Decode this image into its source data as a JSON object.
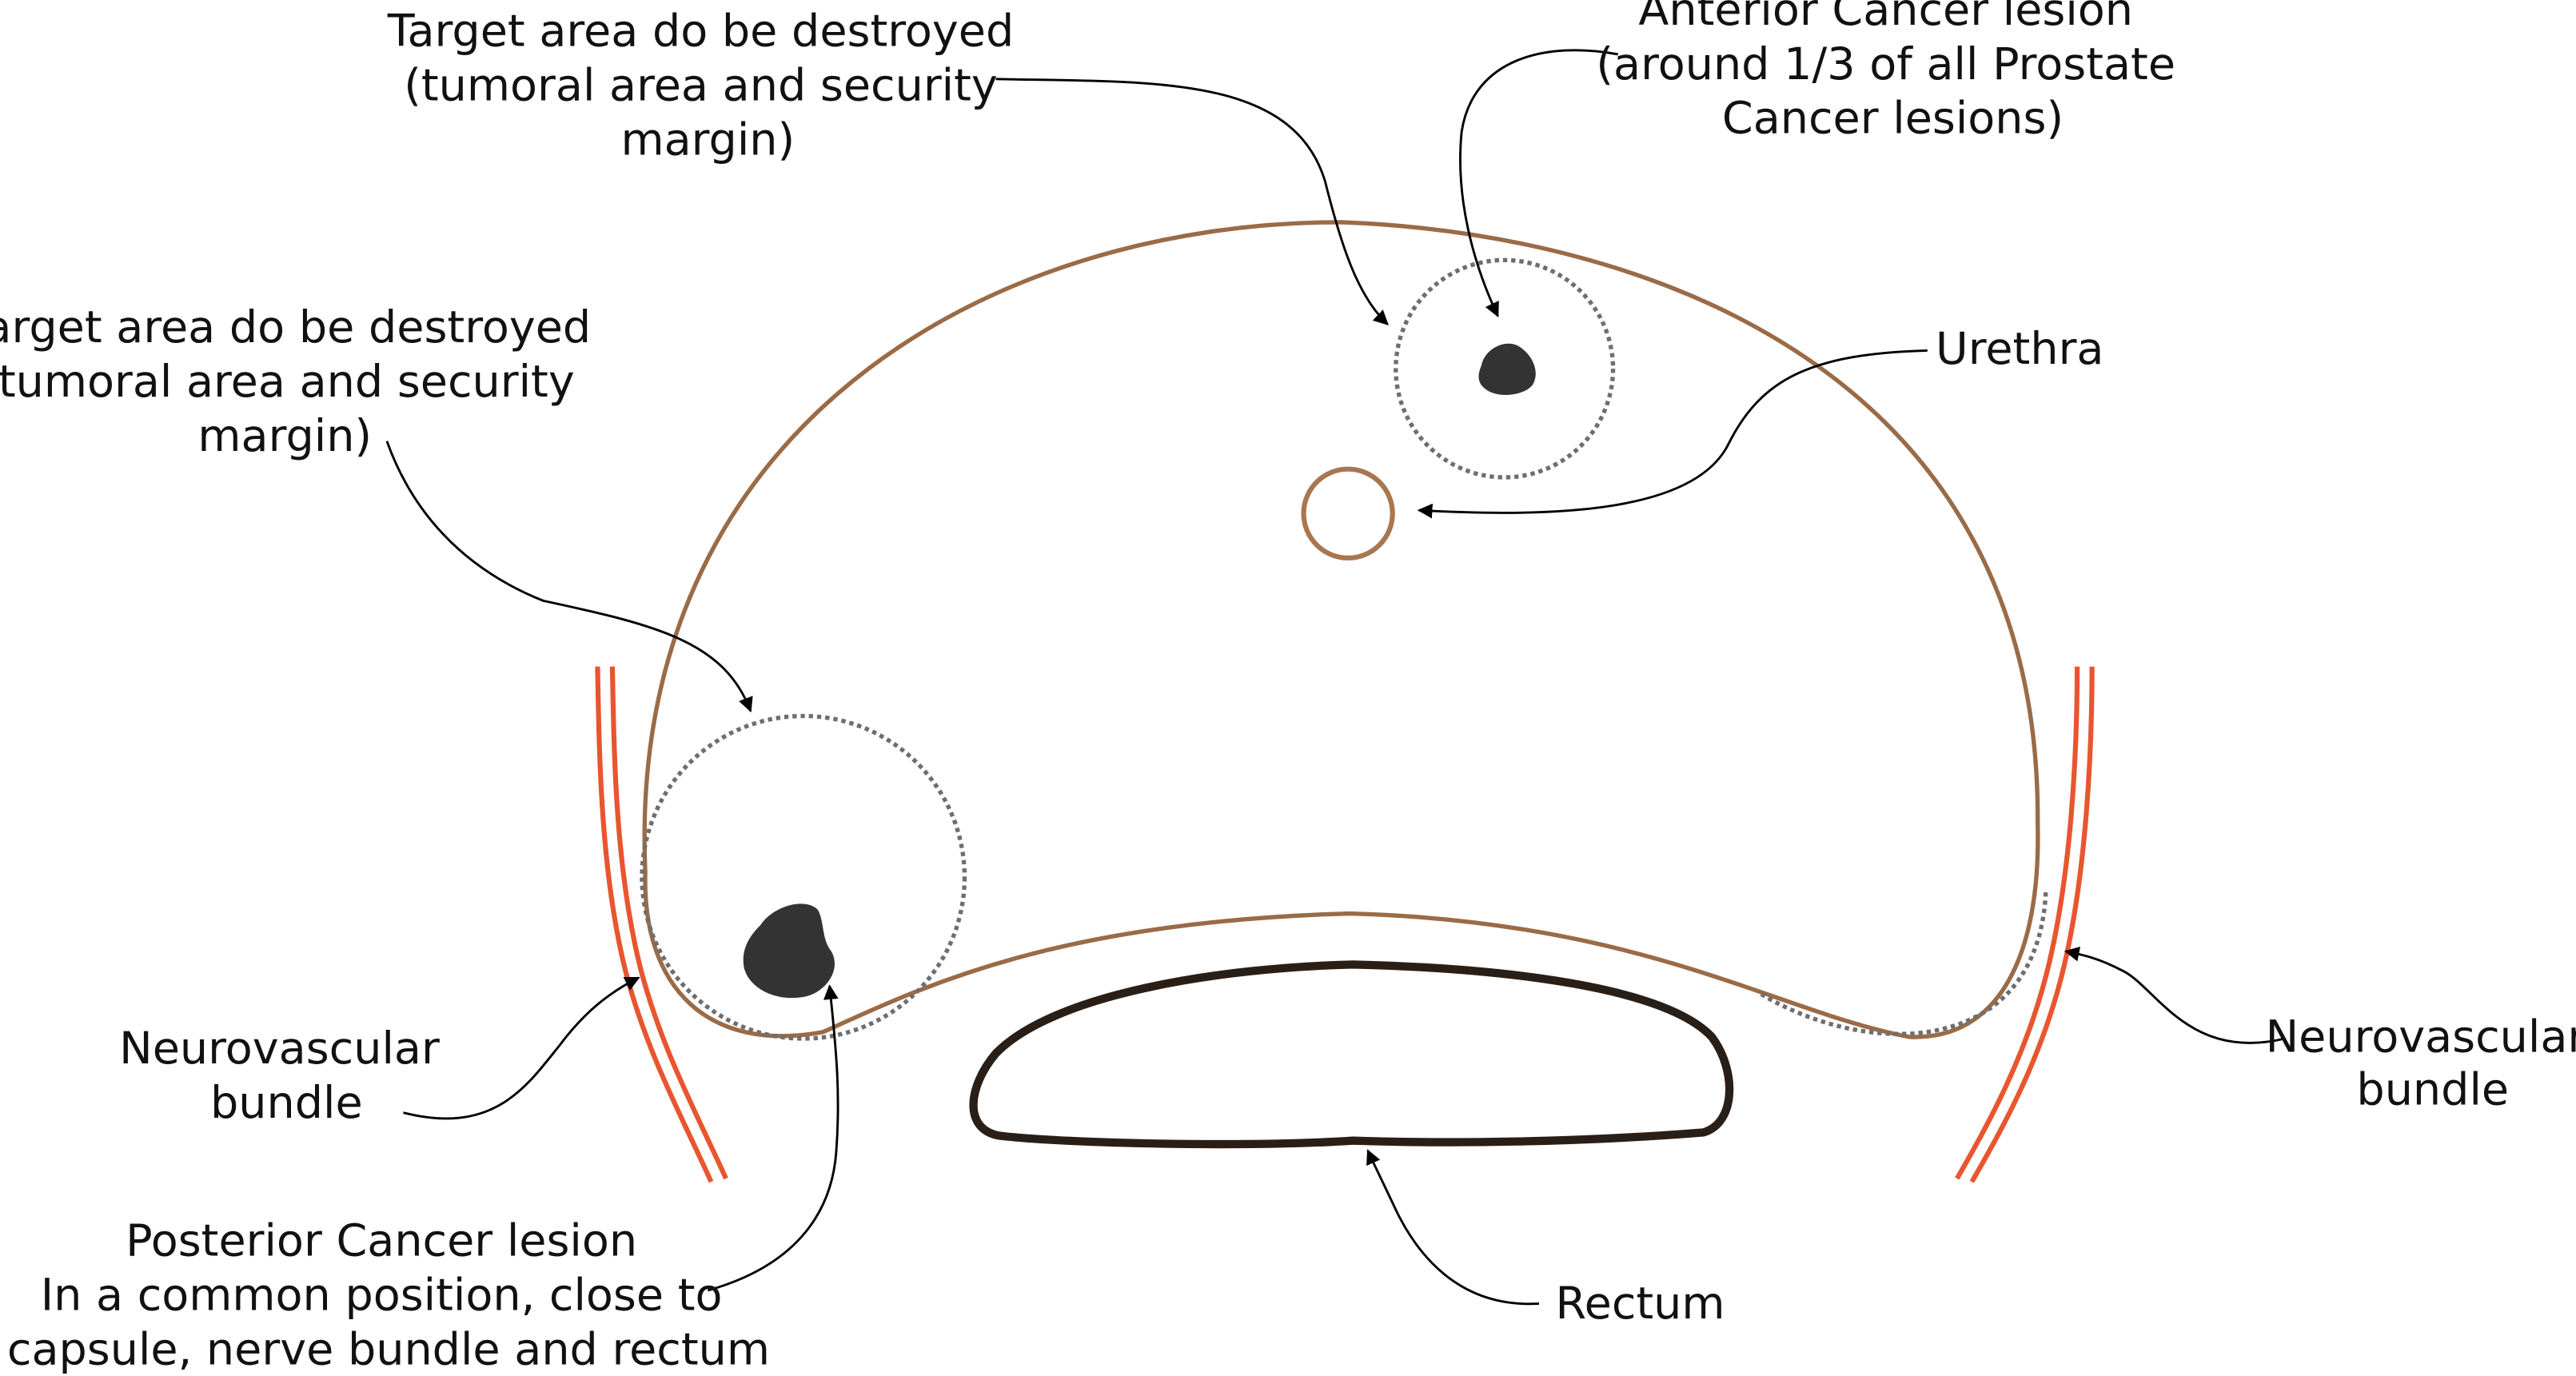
{
  "labels": {
    "anterior_target": [
      "Target area do be destroyed",
      "(tumoral area and security",
      "margin)"
    ],
    "anterior_lesion": [
      "Anterior Cancer lesion",
      "(around 1/3 of all Prostate",
      "Cancer lesions)"
    ],
    "posterior_target": [
      "Target area do be destroyed",
      "(tumoral area and security",
      "margin)"
    ],
    "urethra": "Urethra",
    "nv_bundle_left": [
      "Neurovascular",
      "bundle"
    ],
    "nv_bundle_right": [
      "Neurovascular",
      "bundle"
    ],
    "posterior_lesion": [
      "Posterior Cancer lesion",
      "In a common position, close to",
      "capsule, nerve bundle and rectum"
    ],
    "rectum": "Rectum"
  },
  "colors": {
    "capsule": "#9a6b47",
    "urethra": "#a87650",
    "nerve_bundle": "#e8552f",
    "rectum": "#2a1f17",
    "lesion": "#333333",
    "target_margin": "#6e6e70",
    "text": "#111111"
  }
}
